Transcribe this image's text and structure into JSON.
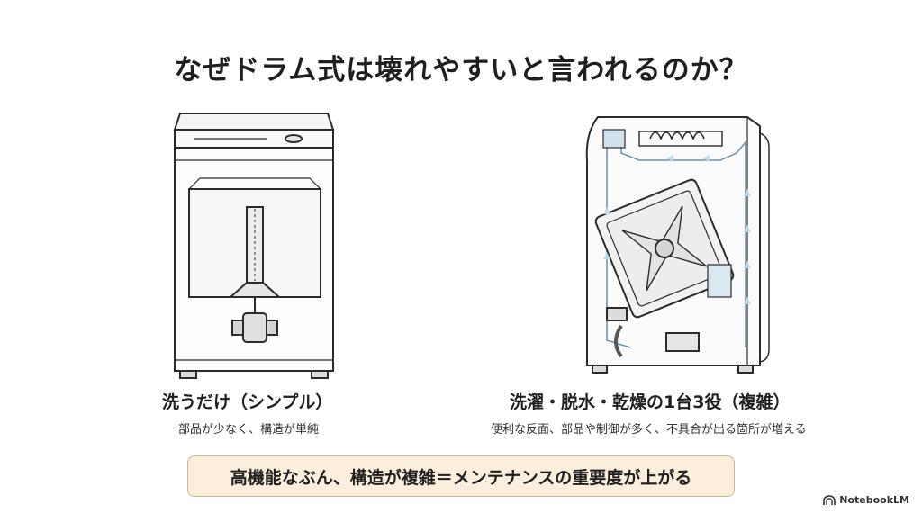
{
  "title": "なぜドラム式は壊れやすいと言われるのか？",
  "left": {
    "caption": "洗うだけ（シンプル）",
    "subcaption": "部品が少なく、構造が単純"
  },
  "right": {
    "caption": "洗濯・脱水・乾燥の1台3役（複雑）",
    "subcaption": "便利な反面、部品や制御が多く、不具合が出る箇所が増える"
  },
  "summary": "高機能なぶん、構造が複雑＝メンテナンスの重要度が上がる",
  "brand": {
    "name": "NotebookLM",
    "icon": "notebooklm-logo-icon"
  },
  "colors": {
    "summary_bg": "#fbeedd",
    "summary_border": "#cdb596",
    "air_flow": "#bcd7e6",
    "line": "#2b2b2b"
  }
}
